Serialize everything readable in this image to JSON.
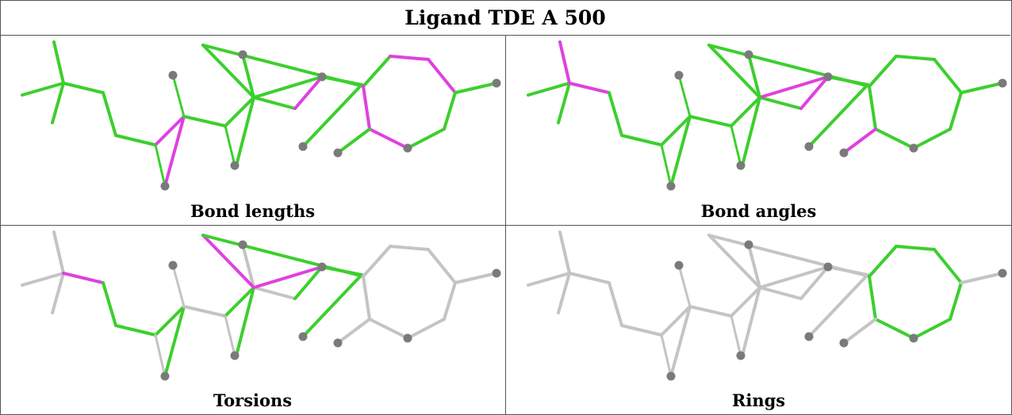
{
  "title": "Ligand TDE A 500",
  "panels": [
    {
      "caption": "Bond lengths"
    },
    {
      "caption": "Bond angles"
    },
    {
      "caption": "Torsions"
    },
    {
      "caption": "Rings"
    }
  ],
  "colors": {
    "good": "#3ccf2e",
    "outlier": "#e040e0",
    "neutral": "#c4c4c4",
    "atom": "#7a7a7a",
    "border": "#555555"
  },
  "molecule": {
    "atoms": [
      "A0",
      "A1",
      "A2",
      "A3",
      "A4",
      "A5",
      "A6",
      "A7",
      "A8",
      "A9",
      "A10",
      "A11",
      "A12",
      "A13",
      "A14",
      "A15",
      "A16",
      "A17",
      "A18",
      "A19",
      "A20",
      "A21",
      "A22",
      "A23",
      "A24",
      "A25",
      "A26",
      "A27"
    ],
    "bonds": [
      [
        "A0",
        "A1"
      ],
      [
        "A0",
        "A2"
      ],
      [
        "A0",
        "A3"
      ],
      [
        "A0",
        "A4"
      ],
      [
        "A4",
        "A5"
      ],
      [
        "A5",
        "A6"
      ],
      [
        "A6",
        "A7"
      ],
      [
        "A7",
        "A8"
      ],
      [
        "A7",
        "A9"
      ],
      [
        "A9",
        "A10"
      ],
      [
        "A10",
        "A11"
      ],
      [
        "A10",
        "A12"
      ],
      [
        "A12",
        "A13"
      ],
      [
        "A13",
        "A14"
      ],
      [
        "A14",
        "A15"
      ],
      [
        "A13",
        "A16"
      ],
      [
        "A16",
        "A17"
      ],
      [
        "A16",
        "A18"
      ],
      [
        "A18",
        "A19"
      ],
      [
        "A19",
        "A20"
      ],
      [
        "A20",
        "A21"
      ],
      [
        "A21",
        "A22"
      ],
      [
        "A22",
        "A23"
      ],
      [
        "A23",
        "A24"
      ],
      [
        "A24",
        "A25"
      ],
      [
        "A25",
        "A19"
      ],
      [
        "A22",
        "A26"
      ],
      [
        "A25",
        "A27"
      ]
    ],
    "terminal_atoms": [
      "A8",
      "A11",
      "A15",
      "A17",
      "A18",
      "A26",
      "A27",
      "A14"
    ]
  },
  "bond_states": [
    [
      "g",
      "g",
      "g",
      "g",
      "g",
      "g",
      "o",
      "o",
      "g",
      "g",
      "g",
      "g",
      "o",
      "g",
      "g",
      "g",
      "g",
      "g",
      "g",
      "g",
      "o",
      "o",
      "g",
      "g",
      "o",
      "o",
      "g",
      "g"
    ],
    [
      "o",
      "g",
      "g",
      "o",
      "g",
      "g",
      "g",
      "g",
      "g",
      "g",
      "g",
      "g",
      "o",
      "g",
      "g",
      "o",
      "g",
      "g",
      "g",
      "g",
      "g",
      "g",
      "g",
      "g",
      "g",
      "g",
      "g",
      "o"
    ],
    [
      "n",
      "n",
      "n",
      "o",
      "g",
      "g",
      "g",
      "g",
      "n",
      "g",
      "g",
      "n",
      "g",
      "g",
      "g",
      "o",
      "n",
      "o",
      "g",
      "n",
      "n",
      "n",
      "n",
      "n",
      "n",
      "n",
      "n",
      "n"
    ],
    [
      "n",
      "n",
      "n",
      "n",
      "n",
      "n",
      "n",
      "n",
      "n",
      "n",
      "n",
      "n",
      "n",
      "n",
      "n",
      "n",
      "n",
      "n",
      "n",
      "g",
      "g",
      "g",
      "g",
      "g",
      "g",
      "g",
      "n",
      "n"
    ]
  ]
}
